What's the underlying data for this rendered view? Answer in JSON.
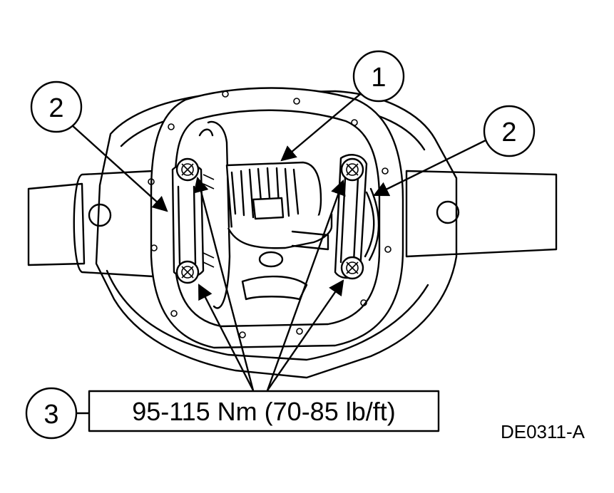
{
  "callouts": [
    {
      "id": "1",
      "label": "1"
    },
    {
      "id": "2a",
      "label": "2"
    },
    {
      "id": "2b",
      "label": "2"
    },
    {
      "id": "3",
      "label": "3"
    }
  ],
  "torque_spec": "95-115 Nm (70-85 lb/ft)",
  "figure_ref": "DE0311-A",
  "colors": {
    "line": "#000000",
    "background": "#ffffff"
  }
}
